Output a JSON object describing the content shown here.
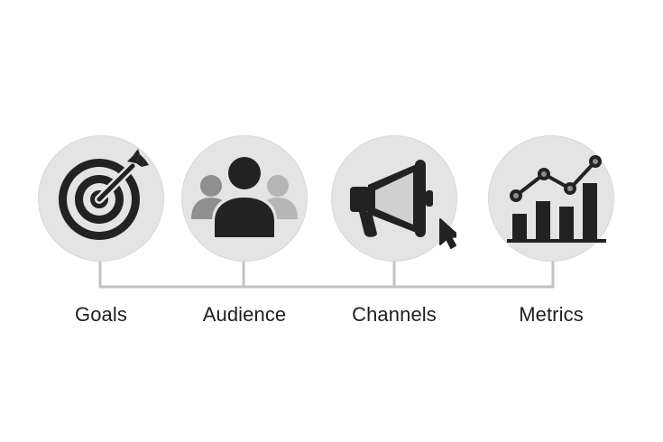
{
  "steps": [
    {
      "label": "Goals",
      "icon": "target-arrow-icon"
    },
    {
      "label": "Audience",
      "icon": "users-group-icon"
    },
    {
      "label": "Channels",
      "icon": "megaphone-cursor-icon"
    },
    {
      "label": "Metrics",
      "icon": "bar-line-chart-icon"
    }
  ],
  "colors": {
    "circle_fill": "#e3e4e3",
    "icon_dark": "#222222",
    "icon_mid": "#8f8f8f",
    "icon_light": "#b5b5b5",
    "connector": "#c2c2c2"
  }
}
